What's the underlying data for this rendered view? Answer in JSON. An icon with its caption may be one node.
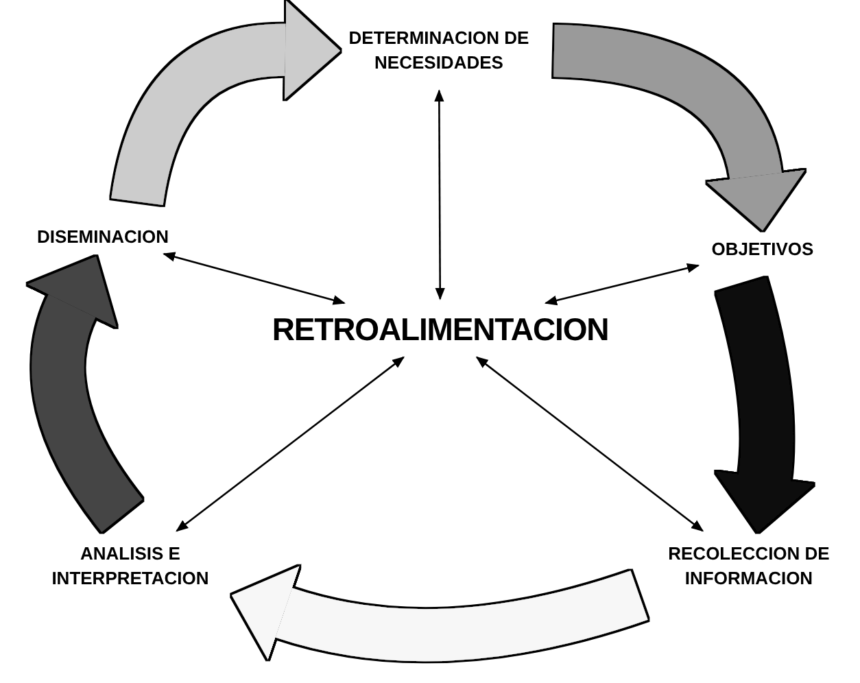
{
  "diagram": {
    "nodes": [
      {
        "text": [
          "DETERMINACION DE NECESIDADES"
        ]
      },
      {
        "text": [
          "DISEMINACION"
        ]
      },
      {
        "text": [
          "OBJETIVOS"
        ]
      },
      {
        "text": [
          "RETROALIMENTACION"
        ]
      },
      {
        "text": [
          "ANALISIS E INTERPRETACION"
        ]
      },
      {
        "text": [
          "RECOLECCION DE INFORMACION"
        ]
      }
    ],
    "edges": [
      {
        "from": 1,
        "to": 0,
        "arrow": "to",
        "style": "thick",
        "color": "#cccccc"
      },
      {
        "from": 0,
        "to": 2,
        "arrow": "to",
        "style": "thick",
        "color": "#9a9a9a"
      },
      {
        "from": 2,
        "to": 5,
        "arrow": "to",
        "style": "thick",
        "color": "#111111"
      },
      {
        "from": 5,
        "to": 4,
        "arrow": "to",
        "style": "thick",
        "color": "#f7f7f7"
      },
      {
        "from": 4,
        "to": 1,
        "arrow": "to",
        "style": "thick",
        "color": "#444444"
      },
      {
        "from": 3,
        "to": 0,
        "arrow": "both"
      },
      {
        "from": 3,
        "to": 1,
        "arrow": "both"
      },
      {
        "from": 3,
        "to": 2,
        "arrow": "both"
      },
      {
        "from": 3,
        "to": 4,
        "arrow": "both"
      },
      {
        "from": 3,
        "to": 5,
        "arrow": "both"
      }
    ]
  }
}
